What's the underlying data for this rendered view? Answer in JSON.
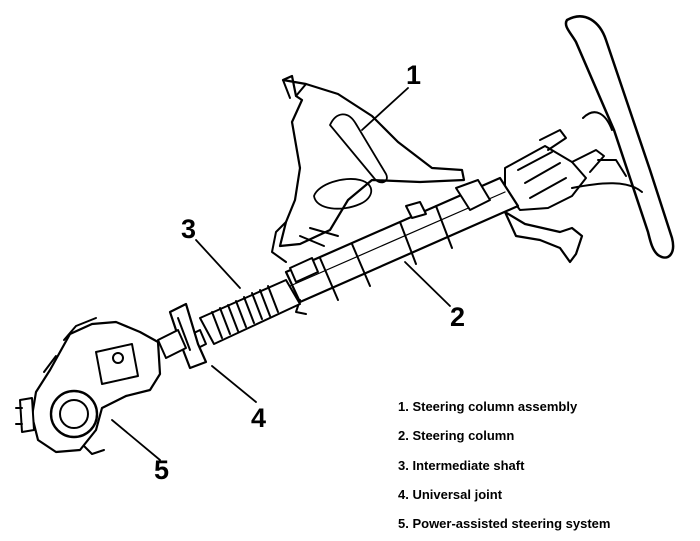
{
  "callouts": {
    "c1": "1",
    "c2": "2",
    "c3": "3",
    "c4": "4",
    "c5": "5"
  },
  "legend": [
    "1. Steering column assembly",
    "2. Steering column",
    "3. Intermediate shaft",
    "4. Universal joint",
    "5. Power-assisted steering system"
  ]
}
